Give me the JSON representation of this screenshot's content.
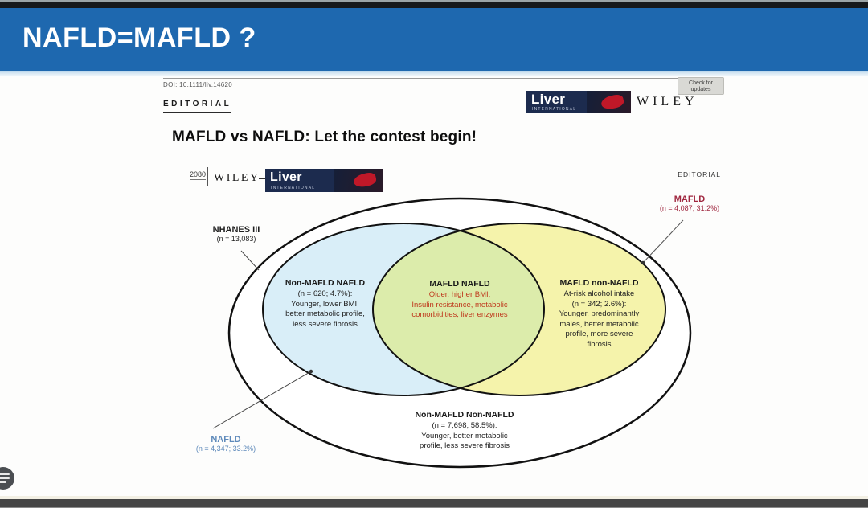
{
  "header": {
    "title": "NAFLD=MAFLD ?",
    "bg_color": "#1e68af"
  },
  "paper": {
    "doi": "DOI: 10.1111/liv.14620",
    "check_updates_line1": "Check for",
    "check_updates_line2": "updates",
    "section_label": "EDITORIAL",
    "title": "MAFLD vs NAFLD: Let the contest begin!",
    "journal": {
      "name": "Liver",
      "subtitle": "INTERNATIONAL"
    },
    "publisher": "WILEY",
    "page_header": {
      "page_number": "2080",
      "publisher": "WILEY",
      "journal_name": "Liver",
      "journal_subtitle": "INTERNATIONAL",
      "section": "EDITORIAL"
    }
  },
  "venn": {
    "outer_label": {
      "title": "NHANES III",
      "n": "(n = 13,083)"
    },
    "mafld_label": {
      "title": "MAFLD",
      "n": "(n = 4,087; 31.2%)"
    },
    "nafld_label": {
      "title": "NAFLD",
      "n": "(n = 4,347; 33.2%)"
    },
    "left_region": {
      "title": "Non-MAFLD NAFLD",
      "lines": [
        "(n = 620; 4.7%):",
        "Younger, lower BMI,",
        "better metabolic profile,",
        "less severe fibrosis"
      ]
    },
    "center_region": {
      "title": "MAFLD NAFLD",
      "lines": [
        "Older, higher BMI,",
        "Insulin resistance, metabolic",
        "comorbidities, liver enzymes"
      ]
    },
    "right_region": {
      "title": "MAFLD non-NAFLD",
      "lines": [
        "At-risk alcohol intake",
        "(n = 342; 2.6%):",
        "Younger, predominantly",
        "males, better metabolic",
        "profile, more severe",
        "fibrosis"
      ]
    },
    "bottom_region": {
      "title": "Non-MAFLD Non-NAFLD",
      "lines": [
        "(n = 7,698; 58.5%):",
        "Younger, better metabolic",
        "profile, less severe fibrosis"
      ]
    },
    "colors": {
      "nafld_fill": "#d9eef8",
      "mafld_fill": "#f5f3ab",
      "overlap_fill": "#dcecab",
      "outline": "#111111",
      "mafld_text": "#a02840",
      "nafld_text": "#5d89ba",
      "center_text": "#bf3a1e"
    }
  }
}
